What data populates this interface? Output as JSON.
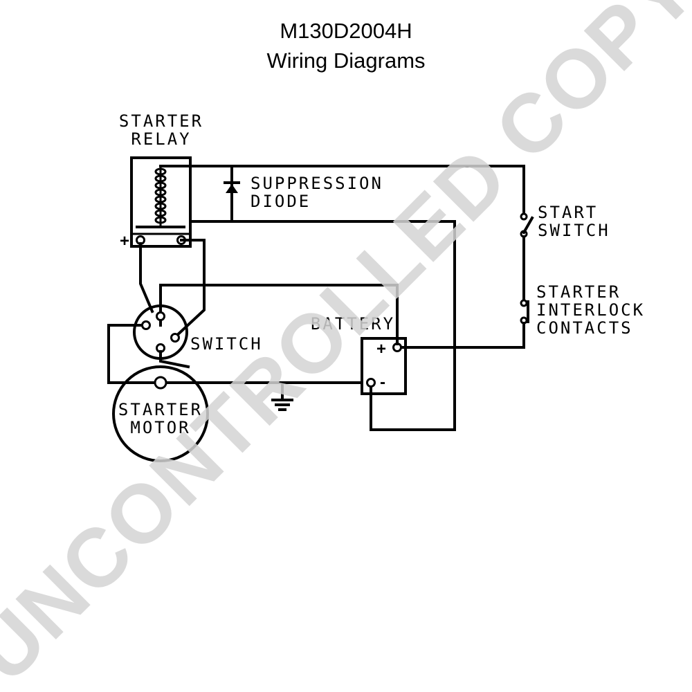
{
  "header": {
    "title": "M130D2004H",
    "subtitle": "Wiring Diagrams"
  },
  "labels": {
    "starter_relay": [
      "STARTER",
      "RELAY"
    ],
    "suppression_diode": [
      "SUPPRESSION",
      "DIODE"
    ],
    "start_switch": [
      "START",
      "SWITCH"
    ],
    "interlock": [
      "STARTER",
      "INTERLOCK",
      "CONTACTS"
    ],
    "battery": "BATTERY",
    "switch": "SWITCH",
    "starter_motor": [
      "STARTER",
      "MOTOR"
    ],
    "plus": "+",
    "minus": "-"
  },
  "watermark": "UNCONTROLLED COPY",
  "colors": {
    "line": "#000000",
    "watermark": "#d4d4d4",
    "background": "#ffffff"
  }
}
